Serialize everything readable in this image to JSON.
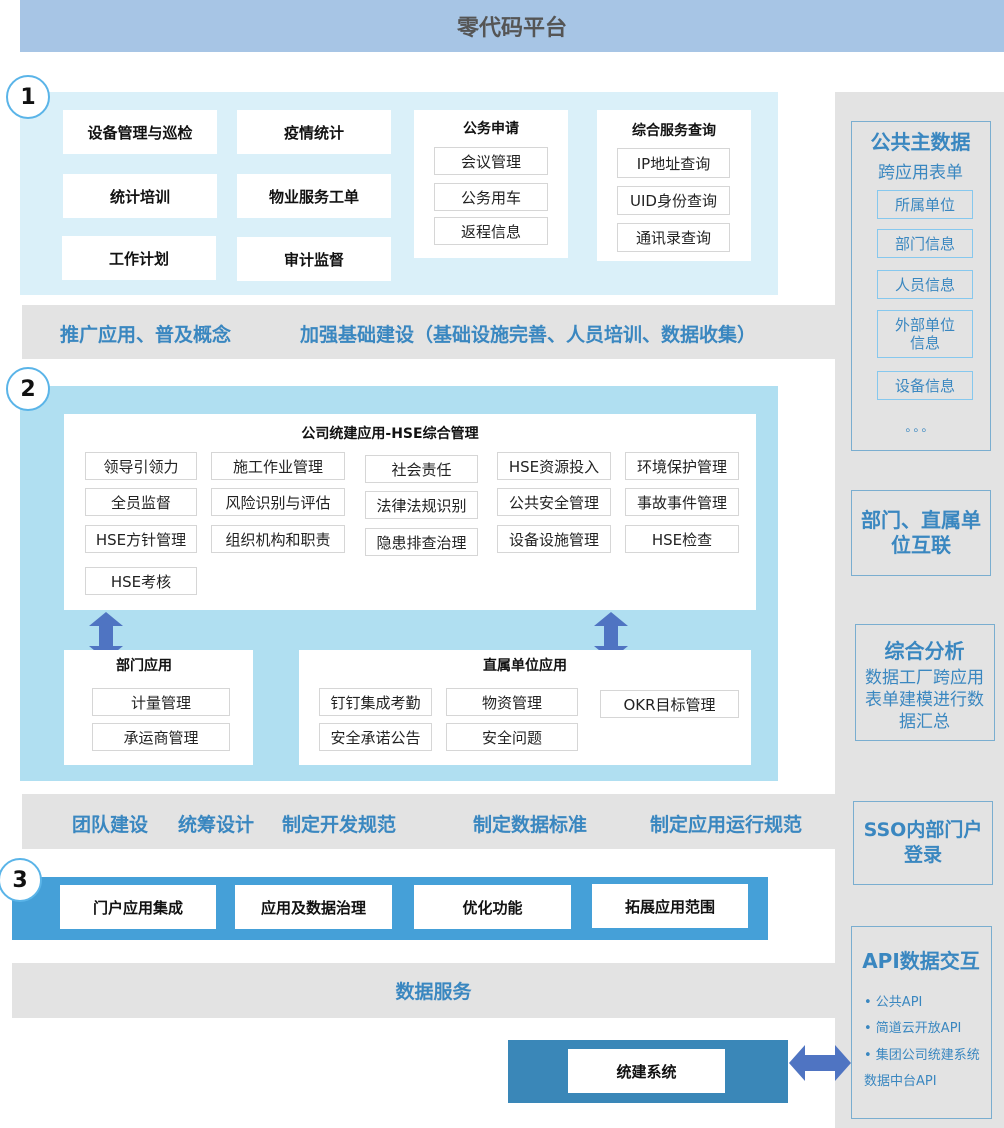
{
  "header": {
    "title": "零代码平台"
  },
  "section1": {
    "number": "1",
    "apps": [
      "设备管理与巡检",
      "疫情统计",
      "统计培训",
      "物业服务工单",
      "工作计划",
      "审计监督"
    ],
    "official": {
      "title": "公务申请",
      "items": [
        "会议管理",
        "公务用车",
        "返程信息"
      ]
    },
    "query": {
      "title": "综合服务查询",
      "items": [
        "IP地址查询",
        "UID身份查询",
        "通讯录查询"
      ]
    }
  },
  "band1": {
    "left": "推广应用、普及概念",
    "right": "加强基础建设（基础设施完善、人员培训、数据收集）"
  },
  "section2": {
    "number": "2",
    "hse": {
      "title": "公司统建应用-HSE综合管理",
      "items": [
        "领导引领力",
        "施工作业管理",
        "社会责任",
        "HSE资源投入",
        "环境保护管理",
        "全员监督",
        "风险识别与评估",
        "法律法规识别",
        "公共安全管理",
        "事故事件管理",
        "HSE方针管理",
        "组织机构和职责",
        "隐患排查治理",
        "设备设施管理",
        "HSE检查",
        "HSE考核"
      ]
    },
    "dept": {
      "title": "部门应用",
      "items": [
        "计量管理",
        "承运商管理"
      ]
    },
    "unit": {
      "title": "直属单位应用",
      "items": [
        "钉钉集成考勤",
        "物资管理",
        "安全承诺公告",
        "安全问题",
        "OKR目标管理"
      ]
    }
  },
  "band2": {
    "items": [
      "团队建设",
      "统筹设计",
      "制定开发规范",
      "制定数据标准",
      "制定应用运行规范"
    ]
  },
  "section3": {
    "number": "3",
    "items": [
      "门户应用集成",
      "应用及数据治理",
      "优化功能",
      "拓展应用范围"
    ]
  },
  "data_service": "数据服务",
  "tongjian": "统建系统",
  "right": {
    "master": {
      "title": "公共主数据",
      "subtitle": "跨应用表单",
      "items": [
        "所属单位",
        "部门信息",
        "人员信息",
        "外部单位信息",
        "设备信息"
      ],
      "more": "。。。"
    },
    "interconnect": "部门、直属单位互联",
    "analysis": {
      "title": "综合分析",
      "desc": "数据工厂跨应用表单建模进行数据汇总"
    },
    "sso": "SSO内部门户登录",
    "api": {
      "title": "API数据交互",
      "items": [
        "• 公共API",
        "• 简道云开放API",
        "• 集团公司统建系统数据中台API"
      ]
    }
  }
}
